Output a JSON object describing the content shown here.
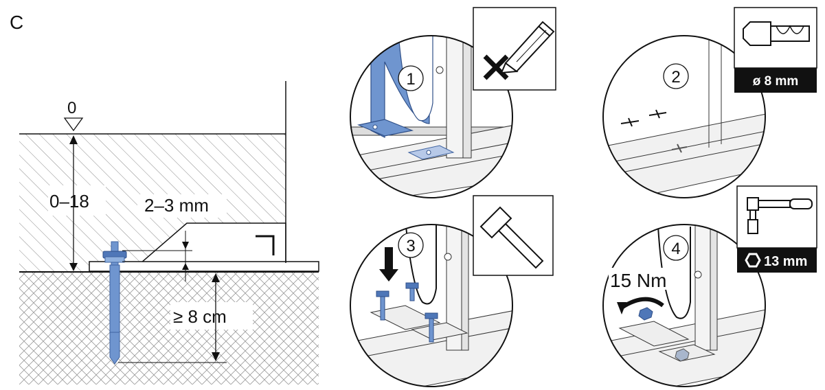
{
  "section_letter": "C",
  "cross_section": {
    "top_level": "0",
    "height_range": "0–18",
    "gap": "2–3 mm",
    "anchor_depth": "≥ 8 cm"
  },
  "steps": [
    {
      "number": "1",
      "tool_icon": "pencil-mark-icon"
    },
    {
      "number": "2",
      "tool_icon": "drill-bit-icon",
      "tool_label": "ø 8 mm"
    },
    {
      "number": "3",
      "tool_icon": "hammer-icon"
    },
    {
      "number": "4",
      "tool_icon": "socket-wrench-icon",
      "tool_label": "13 mm",
      "torque": "15 Nm"
    }
  ],
  "colors": {
    "metal_blue": "#6f95cf",
    "metal_blue_dark": "#3f63a0",
    "hatch": "#8a8a8a",
    "ink": "#111111",
    "badge": "#111111"
  }
}
